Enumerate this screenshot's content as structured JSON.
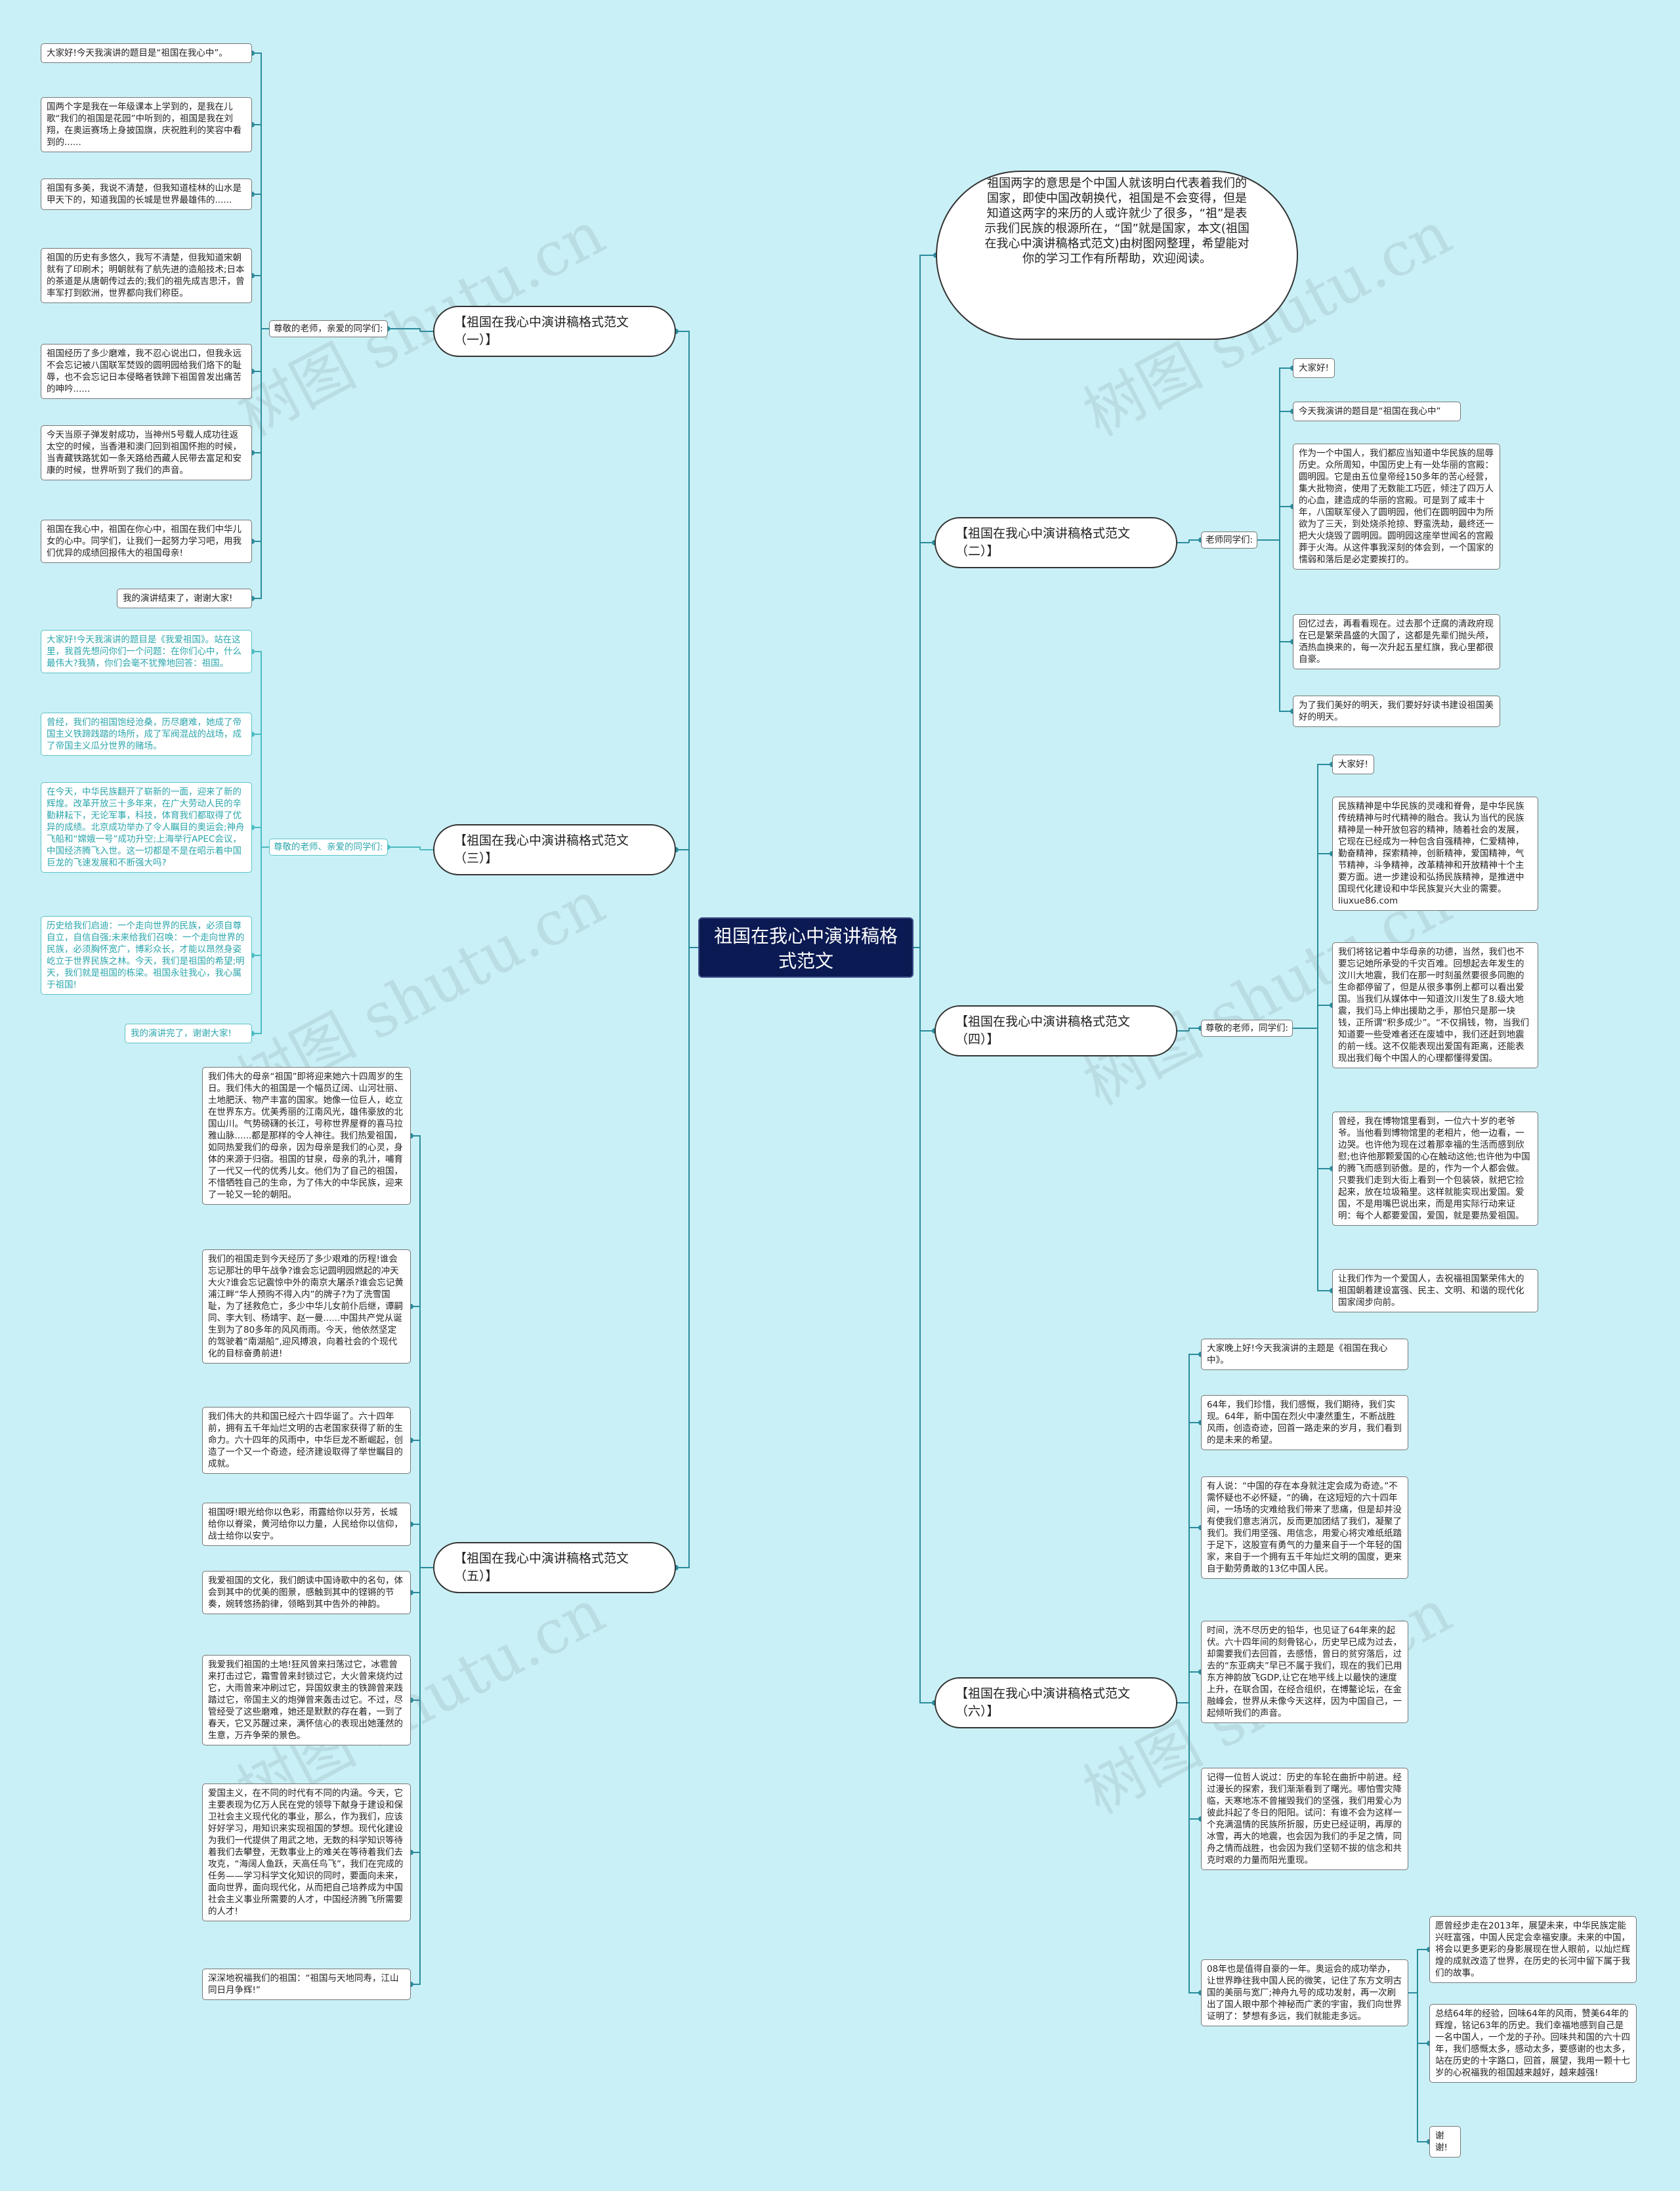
{
  "root": "祖国在我心中演讲稿格式范文",
  "intro": "祖国两字的意思是个中国人就该明白代表着我们的国家，即使中国改朝换代，祖国是不会变得，但是知道这两字的来历的人或许就少了很多，“祖”是表示我们民族的根源所在，“国”就是国家，本文(祖国在我心中演讲稿格式范文)由树图网整理，希望能对你的学习工作有所帮助，欢迎阅读。",
  "watermark": "树图 shutu.cn",
  "branches": {
    "b1": {
      "title": "【祖国在我心中演讲稿格式范文（一）】",
      "label": "尊敬的老师，亲爱的同学们:",
      "items": [
        "大家好!今天我演讲的题目是“祖国在我心中”。",
        "国两个字是我在一年级课本上学到的，是我在儿歌“我们的祖国是花园”中听到的，祖国是我在刘翔，在奥运赛场上身披国旗，庆祝胜利的笑容中看到的......",
        "祖国有多美，我说不清楚，但我知道桂林的山水是甲天下的，知道我国的长城是世界最雄伟的......",
        "祖国的历史有多悠久，我写不清楚，但我知道宋朝就有了印刷术；明朝就有了航先进的造船技术;日本的茶道是从唐朝传过去的;我们的祖先成吉思汗，曾率军打到欧洲，世界都向我们称臣。",
        "祖国经历了多少磨难，我不忍心说出口，但我永远不会忘记被八国联军焚毁的圆明园给我们烙下的耻辱，也不会忘记日本侵略者铁蹄下祖国曾发出痛苦的呻吟......",
        "今天当原子弹发射成功，当神州5号载人成功往返太空的时候，当香港和澳门回到祖国怀抱的时候，当青藏铁路犹如一条天路给西藏人民带去富足和安康的时候，世界听到了我们的声音。",
        "祖国在我心中，祖国在你心中，祖国在我们中华儿女的心中。同学们，让我们一起努力学习吧，用我们优异的成绩回报伟大的祖国母亲!",
        "我的演讲结束了，谢谢大家!"
      ]
    },
    "b2": {
      "title": "【祖国在我心中演讲稿格式范文（二）】",
      "label": "老师同学们:",
      "items": [
        "大家好!",
        "今天我演讲的题目是“祖国在我心中”",
        "作为一个中国人，我们都应当知道中华民族的屈辱历史。众所周知，中国历史上有一处华丽的宫殿：圆明园。它是由五位皇帝经150多年的苦心经营，集大批物资，使用了无数能工巧匠，倾注了四万人的心血，建造成的华丽的宫殿。可是到了咸丰十年，八国联军侵入了圆明园，他们在圆明园中为所欲为了三天，到处烧杀抢掠、野蛮洗劫，最终还一把大火烧毁了圆明园。圆明园这座举世闻名的宫殿葬于火海。从这件事我深刻的体会到，一个国家的懦弱和落后是必定要挨打的。",
        "回忆过去，再看看现在。过去那个迂腐的清政府现在已是繁荣昌盛的大国了，这都是先辈们抛头颅，洒热血换来的，每一次升起五星红旗，我心里都很自豪。",
        "为了我们美好的明天，我们要好好读书建设祖国美好的明天。"
      ]
    },
    "b3": {
      "title": "【祖国在我心中演讲稿格式范文（三）】",
      "label": "尊敬的老师、亲爱的同学们:",
      "items": [
        "大家好!今天我演讲的题目是《我爱祖国》。站在这里，我首先想问你们一个问题：在你们心中，什么最伟大?我猜，你们会毫不犹豫地回答：祖国。",
        "曾经，我们的祖国饱经沧桑，历尽磨难，她成了帝国主义铁蹄践踏的场所，成了军阀混战的战场，成了帝国主义瓜分世界的赌场。",
        "在今天，中华民族翻开了崭新的一面，迎来了新的辉煌。改革开放三十多年来，在广大劳动人民的辛勤耕耘下，无论军事，科技，体育我们都取得了优异的成绩。北京成功举办了令人瞩目的奥运会;神舟飞船和“嫦娥一号”成功升空;上海举行APEC会议，中国经济腾飞入世。这一切都是不是在昭示着中国巨龙的飞速发展和不断强大吗?",
        "历史给我们启迪：一个走向世界的民族，必须自尊自立，自信自强;未来给我们召唤：一个走向世界的民族，必须胸怀宽广，博彩众长，才能以昂然身姿屹立于世界民族之林。今天，我们是祖国的希望;明天，我们就是祖国的栋梁。祖国永驻我心，我心属于祖国!",
        "我的演讲完了，谢谢大家!"
      ]
    },
    "b4": {
      "title": "【祖国在我心中演讲稿格式范文（四）】",
      "label": "尊敬的老师，同学们:",
      "items": [
        "大家好!",
        "民族精神是中华民族的灵魂和脊骨，是中华民族传统精神与时代精神的融合。我认为当代的民族精神是一种开放包容的精神，随着社会的发展，它现在已经成为一种包含自强精神，仁爱精神，勤奋精神，探索精神，创新精神，爱国精神，气节精神，斗争精神，改革精神和开放精神十个主要方面。进一步建设和弘扬民族精神，是推进中国现代化建设和中华民族复兴大业的需要。liuxue86.com",
        "我们将铭记着中华母亲的功德，当然，我们也不要忘记她所承受的千灾百难。回想起去年发生的汶川大地震，我们在那一时刻虽然要很多同胞的生命都停留了，但是从很多事例上都可以看出爱国。当我们从媒体中一知道汶川发生了8.级大地震，我们马上伸出援助之手，那怕只是那一块钱，正所谓“积多成少”。“不仅捐钱，物，当我们知道要一些受难者还在废墟中，我们还赶到地震的前一线。这不仅能表现出爱国有距离，还能表现出我们每个中国人的心理都懂得爱国。",
        "曾经，我在博物馆里看到，一位六十岁的老爷爷。当他看到博物馆里的老相片，他一边看，一边哭。也许他为现在过着那幸福的生活而感到欣慰;也许他那颗爱国的心在触动这他;也许他为中国的腾飞而感到骄傲。是的，作为一个人都会做。只要我们走到大街上看到一个包装袋，就把它捡起来，放在垃圾箱里。这样就能实现出爱国。爱国，不是用嘴巴说出来，而是用实际行动来证明：每个人都要爱国，爱国，就是要热爱祖国。",
        "让我们作为一个爱国人，去祝福祖国繁荣伟大的祖国朝着建设富强、民主、文明、和谐的现代化国家阔步向前。"
      ]
    },
    "b5": {
      "title": "【祖国在我心中演讲稿格式范文（五）】",
      "items": [
        "我们伟大的母亲“祖国”即将迎来她六十四周岁的生日。我们伟大的祖国是一个幅员辽阔、山河壮丽、土地肥沃、物产丰富的国家。她像一位巨人，屹立在世界东方。优美秀丽的江南风光，雄伟豪放的北国山川。气势磅礴的长江，号称世界屋脊的喜马拉雅山脉......都是那样的令人神往。我们热爱祖国，如同热爱我们的母亲，因为母亲是我们的心灵，身体的来源于归宿。祖国的甘泉，母亲的乳汁，哺育了一代又一代的优秀儿女。他们为了自己的祖国，不惜牺牲自己的生命，为了伟大的中华民族，迎来了一轮又一轮的朝阳。",
        "我们的祖国走到今天经历了多少艰难的历程!谁会忘记那壮的甲午战争?谁会忘记圆明园燃起的冲天大火?谁会忘记震惊中外的南京大屠杀?谁会忘记黄浦江畔“华人预购不得入内”的牌子?为了洗雪国耻，为了拯救危亡，多少中华儿女前仆后继，谭嗣同、李大钊、杨靖宇、赵一曼......中国共产党从诞生到为了80多年的风风雨雨。今天，他依然坚定的驾驶着“南湖船”,迎风搏浪，向着社会的个现代化的目标奋勇前进!",
        "我们伟大的共和国已经六十四华诞了。六十四年前，拥有五千年灿烂文明的古老国家获得了新的生命力。六十四年的风雨中，中华巨龙不断崛起，创造了一个又一个奇迹，经济建设取得了举世瞩目的成就。",
        "祖国呀!眼光给你以色彩，雨露给你以芬芳，长城给你以脊梁，黄河给你以力量，人民给你以信仰，战士给你以安宁。",
        "我爱祖国的文化，我们朗读中国诗歌中的名句，体会到其中的优美的图景，感触到其中的铿锵的节奏，婉转悠扬韵律，领略到其中告外的神韵。",
        "我爱我们祖国的土地!狂风曾来扫荡过它，冰雹曾来打击过它，霜雪曾来封锁过它，大火曾来烧灼过它，大雨曾来冲刷过它，异国奴隶主的铁蹄曾来践踏过它，帝国主义的炮弹曾来轰击过它。不过，尽管经受了这些磨难，她还是默默的存在着，一到了春天，它又苏醒过来，满怀信心的表现出她蓬然的生意，万卉争荣的景色。",
        "爱国主义，在不同的时代有不同的内涵。今天，它主要表现为亿万人民在党的领导下献身于建设和保卫社会主义现代化的事业，那么，作为我们，应该好好学习，用知识来实现祖国的梦想。现代化建设为我们一代提供了用武之地，无数的科学知识等待着我们去攀登，无数事业上的难关在等待着我们去攻克，“海阔人鱼跃，天高任鸟飞”，我们在完成的任务——学习科学文化知识的同时，要面向未来，面向世界，面向现代化，从而把自己培养成为中国社会主义事业所需要的人才，中国经济腾飞所需要的人才!",
        "深深地祝福我们的祖国：“祖国与天地同寿，江山同日月争辉!”"
      ]
    },
    "b6": {
      "title": "【祖国在我心中演讲稿格式范文（六）】",
      "items": [
        "大家晚上好!今天我演讲的主题是《祖国在我心中》。",
        "64年，我们珍惜，我们感慨，我们期待，我们实现。64年，新中国在烈火中凄然重生，不断战胜风雨，创造奇迹，回首一路走来的岁月，我们看到的是未来的希望。",
        "有人说：“中国的存在本身就注定会成为奇迹。”不需怀疑也不必怀疑，“的确，在这短短的六十四年间，一场场的灾难给我们带来了悲痛，但是却并没有使我们意志消沉，反而更加团结了我们，凝聚了我们。我们用坚强、用信念，用爱心将灾难纸纸踏于足下，这股宣有勇气的力量来自于一个年轻的国家，来自于一个拥有五千年灿烂文明的国度，更来自于勤劳勇敢的13亿中国人民。",
        "时间，洗不尽历史的铅华，也见证了64年来的起伏。六十四年间的刻骨铭心，历史早已成为过去，却需要我们去回首，去感悟，曾日的贫穷落后，过去的“东亚病夫”早已不属于我们，现在的我们已用东方神韵放飞GDP,让它在地平线上以最快的速度上升，在联合国，在经合组织，在博鳌论坛，在金融峰会，世界从未像今天这样，因为中国自己，一起倾听我们的声音。",
        "记得一位哲人说过：历史的车轮在曲折中前进。经过漫长的探索，我们渐渐看到了曙光。哪怕雪灾降临，天寒地冻不曾摧毁我们的坚强，我们用爱心为彼此抖起了冬日的阳阳。试问：有谁不会为这样一个充满温情的民族所折服，历史已经证明，再厚的冰雪，再大的地震，也会因为我们的手足之情，同舟之情而战胜，也会因为我们坚韧不拔的信念和共克时艰的力量而阳光重现。",
        "08年也是值得自豪的一年。奥运会的成功举办，让世界睁往我中国人民的微笑，记住了东方文明古国的美丽与宽厂;神舟九号的成功发射，再一次刷出了国人眼中那个神秘而广袤的宇宙，我们向世界证明了：梦想有多远，我们就能走多远。"
      ],
      "sub_items": [
        "愿曾经步走在2013年，展望未来，中华民族定能兴旺富强，中国人民定会幸福安康。未来的中国，将会以更多更彩的身影展现在世人眼前，以灿烂辉煌的成就改造了世界，在历史的长河中留下属于我们的故事。",
        "总结64年的经验，回味64年的风雨，赞美64年的辉煌，铭记63年的历史。我们幸福地感到自己是一名中国人，一个龙的子孙。回味共和国的六十四年，我们感慨太多，感动太多，要感谢的也太多，站在历史的十字路口，回首，展望，我用一颗十七岁的心祝福我的祖国越来越好，越来越强!",
        "谢谢!"
      ]
    }
  }
}
